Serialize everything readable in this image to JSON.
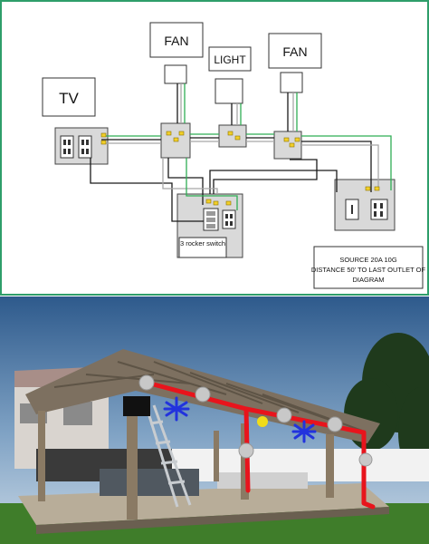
{
  "diagram": {
    "labels": {
      "tv": "TV",
      "fan_left": "FAN",
      "light": "LIGHT",
      "fan_right": "FAN",
      "switch_note": "3 rocker switch"
    },
    "source_note": {
      "line1": "SOURCE 20A 10G",
      "line2": "DISTANCE 50' TO LAST OUTLET OF",
      "line3": "DIAGRAM"
    },
    "colors": {
      "background": "#ffffff",
      "border": "#2e9e6a",
      "box_fill": "#d9d9d9",
      "wire_black": "#1a1a1a",
      "wire_white": "#bdbdbd",
      "wire_green": "#2fae55",
      "connector_yellow": "#f2cf2a"
    }
  },
  "photo": {
    "colors": {
      "sky_top": "#2e5a8c",
      "sky_bottom": "#c9d8e6",
      "conduit_red": "#e8141c",
      "fan_blue": "#2233dd",
      "light_yellow": "#f0dc1a",
      "box_gray": "#c8c8c8",
      "wood": "#8a7a64",
      "grass": "#3f7d2a"
    }
  }
}
